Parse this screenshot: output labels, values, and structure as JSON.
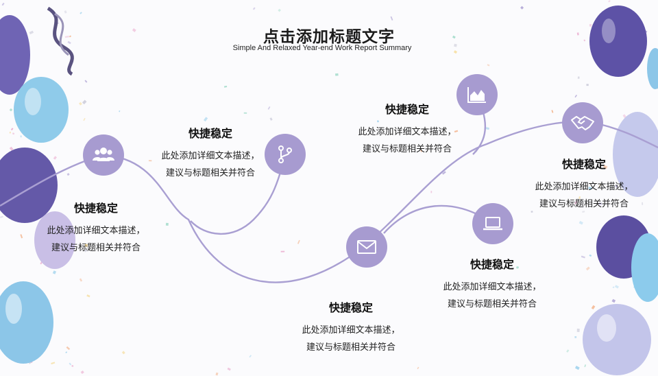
{
  "title": "点击添加标题文字",
  "subtitle": "Simple And Relaxed Year-end Work Report Summary",
  "items": [
    {
      "heading": "快捷稳定",
      "line1": "此处添加详细文本描述，",
      "line2": "建议与标题相关并符合",
      "icon": "users-icon"
    },
    {
      "heading": "快捷稳定",
      "line1": "此处添加详细文本描述，",
      "line2": "建议与标题相关并符合",
      "icon": "branch-icon"
    },
    {
      "heading": "快捷稳定",
      "line1": "此处添加详细文本描述，",
      "line2": "建议与标题相关并符合",
      "icon": "mail-icon"
    },
    {
      "heading": "快捷稳定",
      "line1": "此处添加详细文本描述，",
      "line2": "建议与标题相关并符合",
      "icon": "area-chart-icon"
    },
    {
      "heading": "快捷稳定",
      "line1": "此处添加详细文本描述，",
      "line2": "建议与标题相关并符合",
      "icon": "laptop-icon"
    },
    {
      "heading": "快捷稳定",
      "line1": "此处添加详细文本描述，",
      "line2": "建议与标题相关并符合",
      "icon": "handshake-icon"
    }
  ],
  "colors": {
    "accent": "#a79bd0",
    "line": "#a99fd2",
    "balloon_purple": "#6a5fae",
    "balloon_blue": "#86c7e8"
  }
}
